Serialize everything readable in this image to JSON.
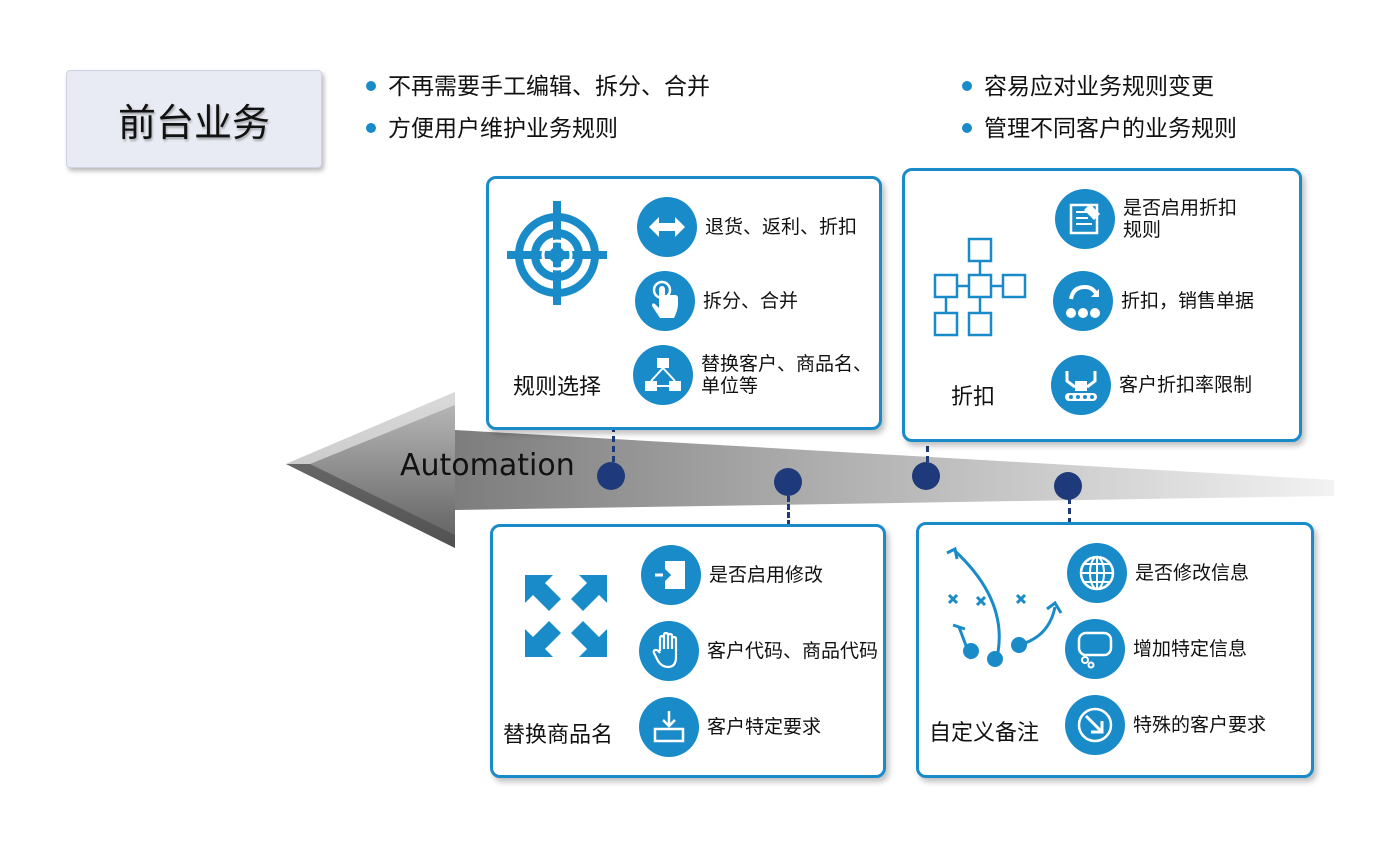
{
  "title": "前台业务",
  "bullets_left": [
    "不再需要手工编辑、拆分、合并",
    "方便用户维护业务规则"
  ],
  "bullets_right": [
    "容易应对业务规则变更",
    "管理不同客户的业务规则"
  ],
  "arrow_label": "Automation",
  "cards": {
    "rule_select": {
      "label": "规则选择",
      "items": [
        "退货、返利、折扣",
        "拆分、合并",
        "替换客户、商品名、单位等"
      ]
    },
    "discount": {
      "label": "折扣",
      "items": [
        "是否启用折扣规则",
        "折扣，销售单据",
        "客户折扣率限制"
      ]
    },
    "replace_name": {
      "label": "替换商品名",
      "items": [
        "是否启用修改",
        "客户代码、商品代码",
        "客户特定要求"
      ]
    },
    "custom_note": {
      "label": "自定义备注",
      "items": [
        "是否修改信息",
        "增加特定信息",
        "特殊的客户要求"
      ]
    }
  },
  "colors": {
    "accent": "#1a8bc9",
    "timeline_dot": "#1f3a7a",
    "title_bg": "#e8ebf3"
  }
}
